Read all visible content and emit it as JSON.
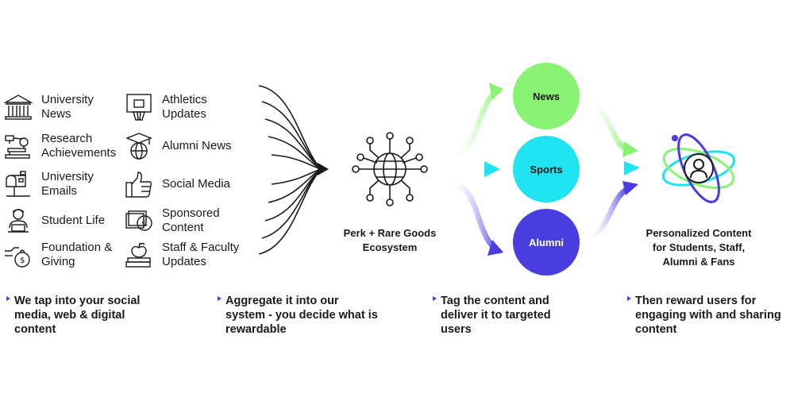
{
  "sources": [
    {
      "label": "University\nNews",
      "icon": "university-building-icon"
    },
    {
      "label": "Research\nAchievements",
      "icon": "microscope-icon"
    },
    {
      "label": "University\nEmails",
      "icon": "mailbox-icon"
    },
    {
      "label": "Student Life",
      "icon": "student-laptop-icon"
    },
    {
      "label": "Foundation &\nGiving",
      "icon": "hand-money-bag-icon"
    },
    {
      "label": "Athletics\nUpdates",
      "icon": "basketball-hoop-icon"
    },
    {
      "label": "Alumni News",
      "icon": "graduation-globe-icon"
    },
    {
      "label": "Social Media",
      "icon": "thumbs-up-icon"
    },
    {
      "label": "Sponsored\nContent",
      "icon": "money-stack-icon"
    },
    {
      "label": "Staff & Faculty\nUpdates",
      "icon": "apple-books-icon"
    }
  ],
  "ecosystem": {
    "label": "Perk + Rare Goods\nEcosystem",
    "icon": "network-globe-icon"
  },
  "channels": [
    {
      "label": "News",
      "color": "#8af273",
      "text_color": "#1a1a1a"
    },
    {
      "label": "Sports",
      "color": "#1fe3f0",
      "text_color": "#1a1a1a"
    },
    {
      "label": "Alumni",
      "color": "#4a3de0",
      "text_color": "#ffffff"
    }
  ],
  "result": {
    "label": "Personalized Content\nfor Students, Staff,\nAlumni & Fans",
    "icon": "atom-user-icon"
  },
  "steps": [
    {
      "text": "We tap into your social\nmedia, web & digital\ncontent"
    },
    {
      "text": "Aggregate it into our\nsystem - you decide what is\nrewardable"
    },
    {
      "text": "Tag the content and\ndeliver it to targeted\nusers"
    },
    {
      "text": "Then reward users for\nengaging with and sharing\ncontent"
    }
  ],
  "colors": {
    "green": "#8af273",
    "cyan": "#1fe3f0",
    "purple": "#4a3de0",
    "ink": "#1a1a1a"
  }
}
